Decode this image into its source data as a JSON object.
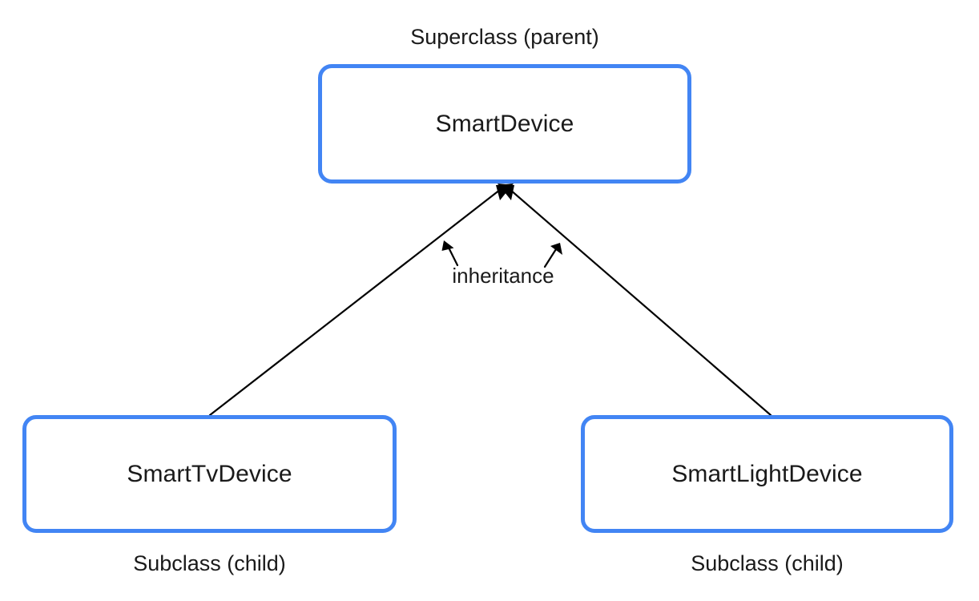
{
  "diagram": {
    "title_text_present": false,
    "background_color": "#ffffff",
    "box_border_color": "#4285f4",
    "line_color": "#000000",
    "text_color": "#1a1a1a",
    "nodes": {
      "superclass": {
        "name": "SmartDevice",
        "caption": "Superclass (parent)"
      },
      "subclass_tv": {
        "name": "SmartTvDevice",
        "caption": "Subclass (child)"
      },
      "subclass_light": {
        "name": "SmartLightDevice",
        "caption": "Subclass (child)"
      }
    },
    "relationship": {
      "label": "inheritance",
      "from": [
        "SmartTvDevice",
        "SmartLightDevice"
      ],
      "to": "SmartDevice"
    }
  }
}
